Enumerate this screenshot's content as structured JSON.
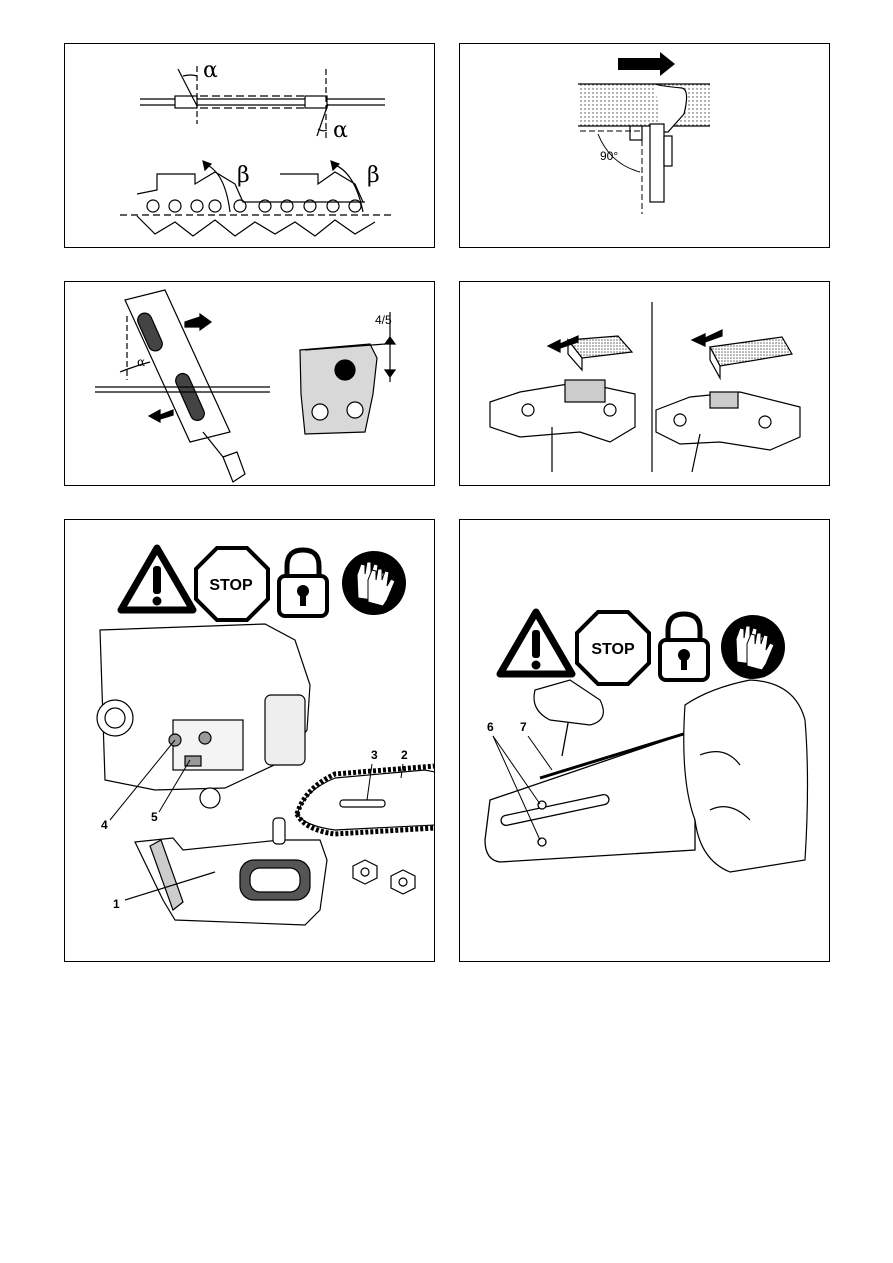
{
  "fig1": {
    "alpha": "α",
    "beta": "β"
  },
  "fig2": {
    "angle": "90°"
  },
  "fig3": {
    "ratio": "4/5",
    "alpha": "α"
  },
  "fig5": {
    "stop_sign": "STOP",
    "callouts": {
      "n1": "1",
      "n2": "2",
      "n3": "3",
      "n4": "4",
      "n5": "5"
    }
  },
  "fig6": {
    "stop_sign": "STOP",
    "callouts": {
      "n6": "6",
      "n7": "7"
    }
  }
}
